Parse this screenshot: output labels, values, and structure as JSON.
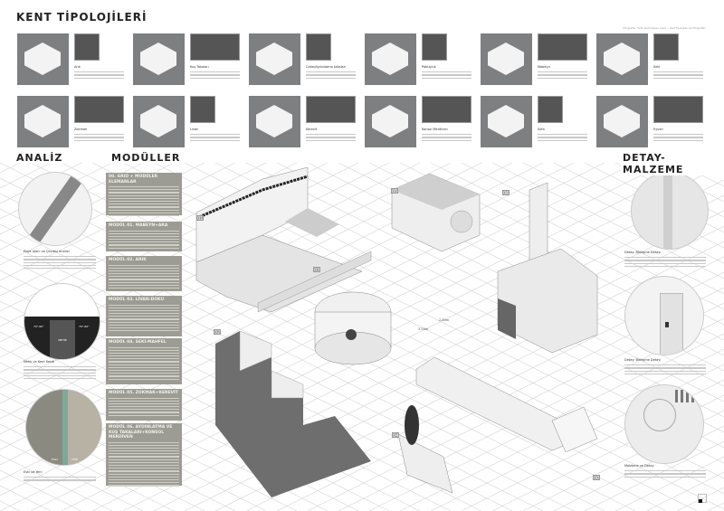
{
  "header": {
    "title": "KENT TİPOLOJİLERİ",
    "note": "Fotoğraflar: Tarihi Kent Dokusu Arşivi — Kent Tipolojileri ve Fotoğrafları"
  },
  "typologies": [
    {
      "label": "Arık"
    },
    {
      "label": "Kuş Takaları"
    },
    {
      "label": "Cebe/Aydınlatma takaları"
    },
    {
      "label": "Zokmak"
    },
    {
      "label": "Livan"
    },
    {
      "label": "Kerevit"
    },
    {
      "label": "Pabuçluk"
    },
    {
      "label": "Mabeyn"
    },
    {
      "label": "Seki"
    },
    {
      "label": "Konsol Merdiven"
    },
    {
      "label": "Sofa"
    },
    {
      "label": "Eyvan"
    }
  ],
  "sections": {
    "analysis": "ANALİZ",
    "modules": "MODÜLLER",
    "details": "DETAY-MALZEME"
  },
  "analysis": {
    "captions": [
      "Proje Alanı ve Çevresi Analizi",
      "Nehir ve Kent Kesiti",
      "Eski ve Yeni"
    ],
    "section_angle_left": "70°-60°",
    "section_angle_right": "70°-60°",
    "river": "NEHİR",
    "old": "ESKİ",
    "new": "YENİ"
  },
  "modules": [
    "00. GRID + MODÜLER ELEMANLAR",
    "MODÜL 01. MABEYN+ARA",
    "MODÜL 02. ARIK",
    "MODÜL 03. LİVAN-DOKU",
    "MODÜL 04. SEKİ-MAHFEL",
    "MODÜL 05. ZOKMAK+KEREVİT",
    "MODÜL 06. AYDINLATMA VE KUŞ TAKALARI+KONSOL MERDİVEN"
  ],
  "drawing": {
    "tags": [
      "01",
      "02",
      "03",
      "04",
      "05",
      "06",
      "00"
    ],
    "dim1": "2.80m",
    "dim2": "3.20m"
  },
  "details": {
    "captions": [
      "Detay: Birleşme Detayı",
      "Detay: Birleşme Detayı",
      "Malzeme ve Detay"
    ]
  },
  "colors": {
    "tile": "#7d7f80",
    "module": "#9c9c94",
    "grid": "#d6d6d6"
  }
}
